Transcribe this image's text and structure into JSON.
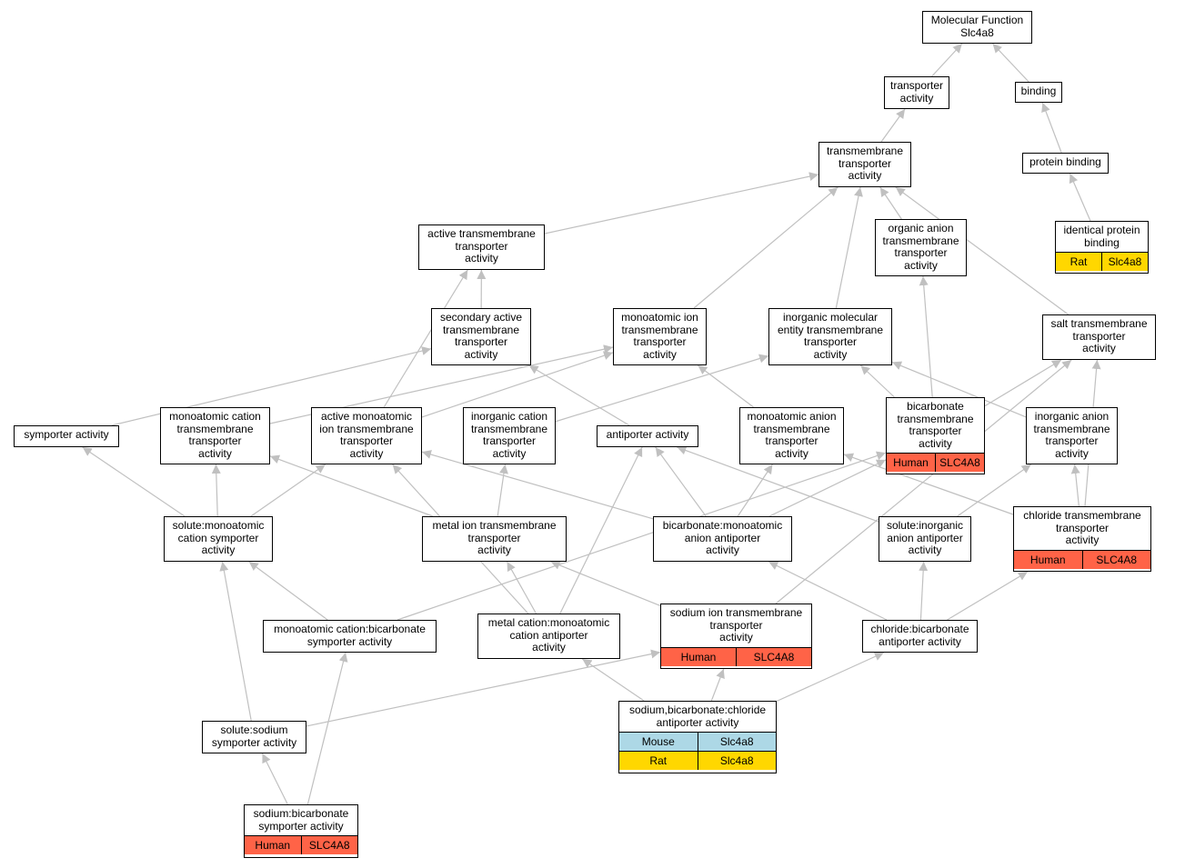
{
  "colors": {
    "edge": "#c0c0c0",
    "human": "#ff6347",
    "mouse": "#add8e6",
    "rat": "#ffd700"
  },
  "nodes": {
    "mf": {
      "label": "Molecular Function\nSlc4a8"
    },
    "transporter_activity": {
      "label": "transporter\nactivity"
    },
    "binding": {
      "label": "binding"
    },
    "tm_transporter": {
      "label": "transmembrane\ntransporter\nactivity"
    },
    "protein_binding": {
      "label": "protein binding"
    },
    "identical_protein_binding": {
      "label": "identical protein\nbinding",
      "annotations": [
        {
          "species": "Rat",
          "gene": "Slc4a8"
        }
      ]
    },
    "active_tm": {
      "label": "active transmembrane\ntransporter\nactivity"
    },
    "organic_anion_tm": {
      "label": "organic anion\ntransmembrane\ntransporter\nactivity"
    },
    "secondary_active": {
      "label": "secondary active\ntransmembrane\ntransporter\nactivity"
    },
    "monoatomic_ion_tm": {
      "label": "monoatomic ion\ntransmembrane\ntransporter\nactivity"
    },
    "inorganic_molecular": {
      "label": "inorganic molecular\nentity transmembrane\ntransporter\nactivity"
    },
    "salt_tm": {
      "label": "salt transmembrane\ntransporter\nactivity"
    },
    "symporter": {
      "label": "symporter activity"
    },
    "monoatomic_cation_tm": {
      "label": "monoatomic cation\ntransmembrane\ntransporter\nactivity"
    },
    "active_monoatomic_ion": {
      "label": "active monoatomic\nion transmembrane\ntransporter\nactivity"
    },
    "inorganic_cation_tm": {
      "label": "inorganic cation\ntransmembrane\ntransporter\nactivity"
    },
    "antiporter": {
      "label": "antiporter activity"
    },
    "monoatomic_anion_tm": {
      "label": "monoatomic anion\ntransmembrane\ntransporter\nactivity"
    },
    "bicarbonate_tm": {
      "label": "bicarbonate\ntransmembrane\ntransporter\nactivity",
      "annotations": [
        {
          "species": "Human",
          "gene": "SLC4A8"
        }
      ]
    },
    "inorganic_anion_tm": {
      "label": "inorganic anion\ntransmembrane\ntransporter\nactivity"
    },
    "solute_monoatomic_cation_symporter": {
      "label": "solute:monoatomic\ncation symporter\nactivity"
    },
    "metal_ion_tm": {
      "label": "metal ion transmembrane\ntransporter\nactivity"
    },
    "bicarbonate_monoatomic_anion_antiporter": {
      "label": "bicarbonate:monoatomic\nanion antiporter\nactivity"
    },
    "solute_inorganic_anion_antiporter": {
      "label": "solute:inorganic\nanion antiporter\nactivity"
    },
    "chloride_tm": {
      "label": "chloride transmembrane\ntransporter\nactivity",
      "annotations": [
        {
          "species": "Human",
          "gene": "SLC4A8"
        }
      ]
    },
    "monoatomic_cation_bicarbonate_symporter": {
      "label": "monoatomic cation:bicarbonate\nsymporter activity"
    },
    "metal_cation_monoatomic_cation_antiporter": {
      "label": "metal cation:monoatomic\ncation antiporter\nactivity"
    },
    "sodium_ion_tm": {
      "label": "sodium ion transmembrane\ntransporter\nactivity",
      "annotations": [
        {
          "species": "Human",
          "gene": "SLC4A8"
        }
      ]
    },
    "chloride_bicarbonate_antiporter": {
      "label": "chloride:bicarbonate\nantiporter activity"
    },
    "solute_sodium_symporter": {
      "label": "solute:sodium\nsymporter activity"
    },
    "sodium_bicarbonate_chloride_antiporter": {
      "label": "sodium,bicarbonate:chloride\nantiporter activity",
      "annotations": [
        {
          "species": "Mouse",
          "gene": "Slc4a8"
        },
        {
          "species": "Rat",
          "gene": "Slc4a8"
        }
      ]
    },
    "sodium_bicarbonate_symporter": {
      "label": "sodium:bicarbonate\nsymporter activity",
      "annotations": [
        {
          "species": "Human",
          "gene": "SLC4A8"
        }
      ]
    }
  },
  "edges": [
    [
      "transporter_activity",
      "mf"
    ],
    [
      "binding",
      "mf"
    ],
    [
      "tm_transporter",
      "transporter_activity"
    ],
    [
      "protein_binding",
      "binding"
    ],
    [
      "identical_protein_binding",
      "protein_binding"
    ],
    [
      "active_tm",
      "tm_transporter"
    ],
    [
      "monoatomic_ion_tm",
      "tm_transporter"
    ],
    [
      "inorganic_molecular",
      "tm_transporter"
    ],
    [
      "organic_anion_tm",
      "tm_transporter"
    ],
    [
      "salt_tm",
      "tm_transporter"
    ],
    [
      "secondary_active",
      "active_tm"
    ],
    [
      "active_monoatomic_ion",
      "active_tm"
    ],
    [
      "symporter",
      "secondary_active"
    ],
    [
      "antiporter",
      "secondary_active"
    ],
    [
      "monoatomic_cation_tm",
      "monoatomic_ion_tm"
    ],
    [
      "active_monoatomic_ion",
      "monoatomic_ion_tm"
    ],
    [
      "monoatomic_anion_tm",
      "monoatomic_ion_tm"
    ],
    [
      "inorganic_cation_tm",
      "inorganic_molecular"
    ],
    [
      "bicarbonate_tm",
      "inorganic_molecular"
    ],
    [
      "inorganic_anion_tm",
      "inorganic_molecular"
    ],
    [
      "bicarbonate_tm",
      "organic_anion_tm"
    ],
    [
      "bicarbonate_tm",
      "salt_tm"
    ],
    [
      "chloride_tm",
      "salt_tm"
    ],
    [
      "sodium_ion_tm",
      "salt_tm"
    ],
    [
      "solute_monoatomic_cation_symporter",
      "symporter"
    ],
    [
      "solute_monoatomic_cation_symporter",
      "monoatomic_cation_tm"
    ],
    [
      "solute_monoatomic_cation_symporter",
      "active_monoatomic_ion"
    ],
    [
      "metal_ion_tm",
      "monoatomic_cation_tm"
    ],
    [
      "metal_ion_tm",
      "inorganic_cation_tm"
    ],
    [
      "bicarbonate_monoatomic_anion_antiporter",
      "antiporter"
    ],
    [
      "bicarbonate_monoatomic_anion_antiporter",
      "active_monoatomic_ion"
    ],
    [
      "bicarbonate_monoatomic_anion_antiporter",
      "monoatomic_anion_tm"
    ],
    [
      "bicarbonate_monoatomic_anion_antiporter",
      "bicarbonate_tm"
    ],
    [
      "solute_inorganic_anion_antiporter",
      "antiporter"
    ],
    [
      "solute_inorganic_anion_antiporter",
      "inorganic_anion_tm"
    ],
    [
      "chloride_tm",
      "monoatomic_anion_tm"
    ],
    [
      "chloride_tm",
      "inorganic_anion_tm"
    ],
    [
      "monoatomic_cation_bicarbonate_symporter",
      "solute_monoatomic_cation_symporter"
    ],
    [
      "monoatomic_cation_bicarbonate_symporter",
      "bicarbonate_tm"
    ],
    [
      "metal_cation_monoatomic_cation_antiporter",
      "antiporter"
    ],
    [
      "metal_cation_monoatomic_cation_antiporter",
      "metal_ion_tm"
    ],
    [
      "metal_cation_monoatomic_cation_antiporter",
      "active_monoatomic_ion"
    ],
    [
      "sodium_ion_tm",
      "metal_ion_tm"
    ],
    [
      "chloride_bicarbonate_antiporter",
      "bicarbonate_monoatomic_anion_antiporter"
    ],
    [
      "chloride_bicarbonate_antiporter",
      "solute_inorganic_anion_antiporter"
    ],
    [
      "chloride_bicarbonate_antiporter",
      "chloride_tm"
    ],
    [
      "solute_sodium_symporter",
      "solute_monoatomic_cation_symporter"
    ],
    [
      "solute_sodium_symporter",
      "sodium_ion_tm"
    ],
    [
      "sodium_bicarbonate_chloride_antiporter",
      "sodium_ion_tm"
    ],
    [
      "sodium_bicarbonate_chloride_antiporter",
      "metal_cation_monoatomic_cation_antiporter"
    ],
    [
      "sodium_bicarbonate_chloride_antiporter",
      "chloride_bicarbonate_antiporter"
    ],
    [
      "sodium_bicarbonate_symporter",
      "solute_sodium_symporter"
    ],
    [
      "sodium_bicarbonate_symporter",
      "monoatomic_cation_bicarbonate_symporter"
    ]
  ]
}
